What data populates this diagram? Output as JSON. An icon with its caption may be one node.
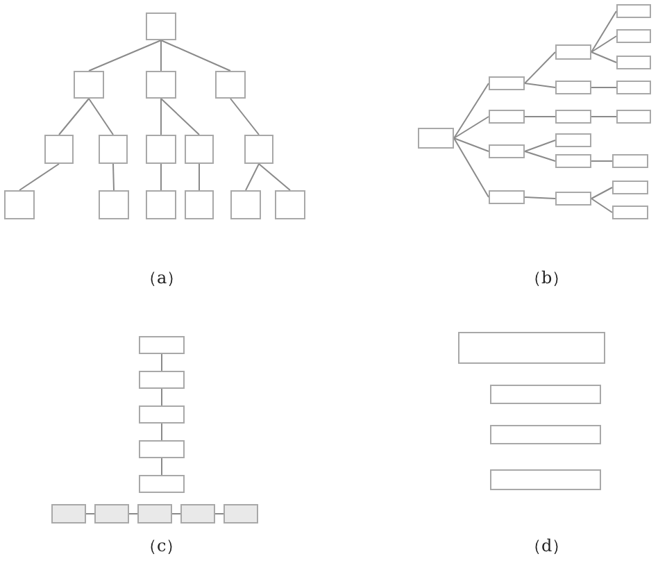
{
  "diagram": {
    "nodes": [
      {
        "text": [],
        "shape": "box"
      },
      {
        "text": [],
        "shape": "box"
      },
      {
        "text": [],
        "shape": "box"
      },
      {
        "text": [],
        "shape": "box"
      },
      {
        "text": [],
        "shape": "box"
      },
      {
        "text": [],
        "shape": "box"
      },
      {
        "text": [],
        "shape": "box"
      },
      {
        "text": [],
        "shape": "box"
      },
      {
        "text": [],
        "shape": "box"
      },
      {
        "text": [],
        "shape": "box"
      },
      {
        "text": [],
        "shape": "box"
      },
      {
        "text": [],
        "shape": "box"
      },
      {
        "text": [],
        "shape": "box"
      },
      {
        "text": [],
        "shape": "box"
      },
      {
        "text": [],
        "shape": "box"
      },
      {
        "text": [],
        "shape": "box"
      },
      {
        "text": [],
        "shape": "box"
      },
      {
        "text": [],
        "shape": "box"
      },
      {
        "text": [],
        "shape": "box"
      },
      {
        "text": [],
        "shape": "box"
      },
      {
        "text": [],
        "shape": "box"
      },
      {
        "text": [],
        "shape": "box"
      },
      {
        "text": [],
        "shape": "box"
      },
      {
        "text": [],
        "shape": "box"
      },
      {
        "text": [],
        "shape": "box"
      },
      {
        "text": [],
        "shape": "box"
      },
      {
        "text": [],
        "shape": "box"
      },
      {
        "text": [],
        "shape": "box"
      },
      {
        "text": [],
        "shape": "box"
      },
      {
        "text": [],
        "shape": "box"
      },
      {
        "text": [],
        "shape": "box"
      },
      {
        "text": [],
        "shape": "box"
      },
      {
        "text": [],
        "shape": "box"
      },
      {
        "text": [],
        "shape": "box"
      },
      {
        "text": [],
        "shape": "box"
      },
      {
        "text": [],
        "shape": "box"
      },
      {
        "text": [],
        "shape": "box"
      },
      {
        "text": [],
        "shape": "box"
      },
      {
        "text": [],
        "shape": "box"
      },
      {
        "text": [],
        "shape": "box"
      },
      {
        "text": [],
        "shape": "box"
      },
      {
        "text": [],
        "shape": "box"
      },
      {
        "text": [],
        "shape": "box"
      },
      {
        "text": [],
        "shape": "box"
      },
      {
        "text": [],
        "shape": "box"
      },
      {
        "text": [],
        "shape": "box"
      },
      {
        "text": [],
        "shape": "box"
      },
      {
        "text": [],
        "shape": "box"
      }
    ],
    "edges": [
      {
        "from": 0,
        "to": 1,
        "arrow": "none"
      },
      {
        "from": 0,
        "to": 2,
        "arrow": "none"
      },
      {
        "from": 0,
        "to": 3,
        "arrow": "none"
      },
      {
        "from": 1,
        "to": 4,
        "arrow": "none"
      },
      {
        "from": 1,
        "to": 5,
        "arrow": "none"
      },
      {
        "from": 2,
        "to": 6,
        "arrow": "none"
      },
      {
        "from": 2,
        "to": 7,
        "arrow": "none"
      },
      {
        "from": 3,
        "to": 8,
        "arrow": "none"
      },
      {
        "from": 4,
        "to": 9,
        "arrow": "none"
      },
      {
        "from": 5,
        "to": 10,
        "arrow": "none"
      },
      {
        "from": 6,
        "to": 11,
        "arrow": "none"
      },
      {
        "from": 7,
        "to": 12,
        "arrow": "none"
      },
      {
        "from": 8,
        "to": 13,
        "arrow": "none"
      },
      {
        "from": 8,
        "to": 14,
        "arrow": "none"
      },
      {
        "from": 15,
        "to": 16,
        "arrow": "none"
      },
      {
        "from": 15,
        "to": 17,
        "arrow": "none"
      },
      {
        "from": 15,
        "to": 18,
        "arrow": "none"
      },
      {
        "from": 15,
        "to": 19,
        "arrow": "none"
      },
      {
        "from": 16,
        "to": 20,
        "arrow": "none"
      },
      {
        "from": 16,
        "to": 21,
        "arrow": "none"
      },
      {
        "from": 17,
        "to": 22,
        "arrow": "none"
      },
      {
        "from": 18,
        "to": 23,
        "arrow": "none"
      },
      {
        "from": 18,
        "to": 24,
        "arrow": "none"
      },
      {
        "from": 19,
        "to": 25,
        "arrow": "none"
      },
      {
        "from": 20,
        "to": 26,
        "arrow": "none"
      },
      {
        "from": 20,
        "to": 27,
        "arrow": "none"
      },
      {
        "from": 20,
        "to": 28,
        "arrow": "none"
      },
      {
        "from": 21,
        "to": 29,
        "arrow": "none"
      },
      {
        "from": 22,
        "to": 30,
        "arrow": "none"
      },
      {
        "from": 24,
        "to": 31,
        "arrow": "none"
      },
      {
        "from": 25,
        "to": 32,
        "arrow": "none"
      },
      {
        "from": 25,
        "to": 33,
        "arrow": "none"
      },
      {
        "from": 34,
        "to": 35,
        "arrow": "none"
      },
      {
        "from": 35,
        "to": 36,
        "arrow": "none"
      },
      {
        "from": 36,
        "to": 37,
        "arrow": "none"
      },
      {
        "from": 37,
        "to": 38,
        "arrow": "none"
      },
      {
        "from": 39,
        "to": 40,
        "arrow": "none"
      },
      {
        "from": 40,
        "to": 41,
        "arrow": "none"
      },
      {
        "from": 41,
        "to": 42,
        "arrow": "none"
      },
      {
        "from": 42,
        "to": 43,
        "arrow": "none"
      }
    ],
    "labels": [
      "（a）",
      "（b）",
      "（c）",
      "（d）"
    ]
  }
}
